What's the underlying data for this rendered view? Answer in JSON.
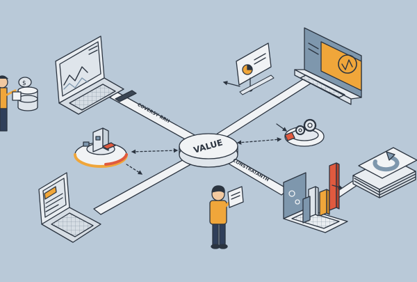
{
  "hub": {
    "label": "VALUE"
  },
  "paths": {
    "upper_left": "COVERSY RRH",
    "lower_right": "CONSTRATANTH"
  },
  "colors": {
    "background": "#b9c9d8",
    "path": "#f1f3f5",
    "outline": "#2b3440",
    "accent_orange": "#f0a63a",
    "accent_red": "#e05a3f",
    "panel_blue": "#7e97ad",
    "shirt": "#f0a63a",
    "pants": "#2f3f5a"
  },
  "icons": [
    "laptop-chart-icon",
    "monitor-analytics-icon",
    "presentation-board-icon",
    "coin-stack-icon",
    "server-box-icon",
    "gears-icon",
    "laptop-document-icon",
    "bar-chart-tablet-icon",
    "refresh-stack-icon"
  ]
}
